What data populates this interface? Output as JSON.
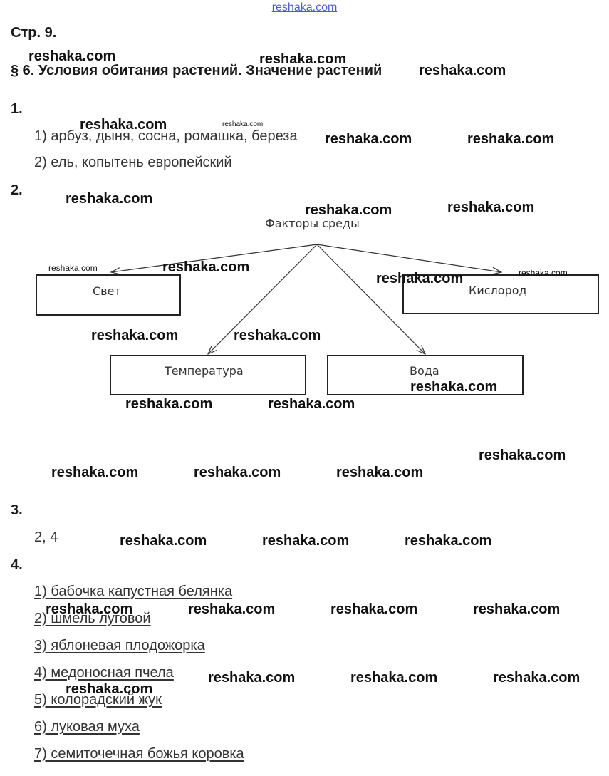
{
  "header": {
    "site_link": "reshaka.com"
  },
  "page_label": "Стр. 9.",
  "section_heading": "§ 6. Условия обитания растений. Значение растений",
  "questions": [
    {
      "number": "1.",
      "answers": [
        "1) арбуз, дыня, сосна, ромашка, береза",
        "2) ель, копытень европейский"
      ]
    },
    {
      "number": "2."
    },
    {
      "number": "3.",
      "answers": [
        "2, 4"
      ]
    },
    {
      "number": "4.",
      "answers": [
        "1) бабочка капустная белянка",
        "2) шмель луговой",
        "3) яблоневая плодожорка",
        "4) медоносная пчела",
        "5) колорадский жук",
        "6) луковая муха",
        "7) семиточечная божья коровка"
      ]
    }
  ],
  "diagram": {
    "title": "Факторы среды",
    "factors": [
      "Свет",
      "Кислород",
      "Температура",
      "Вода"
    ]
  },
  "watermark": "reshaka.com"
}
